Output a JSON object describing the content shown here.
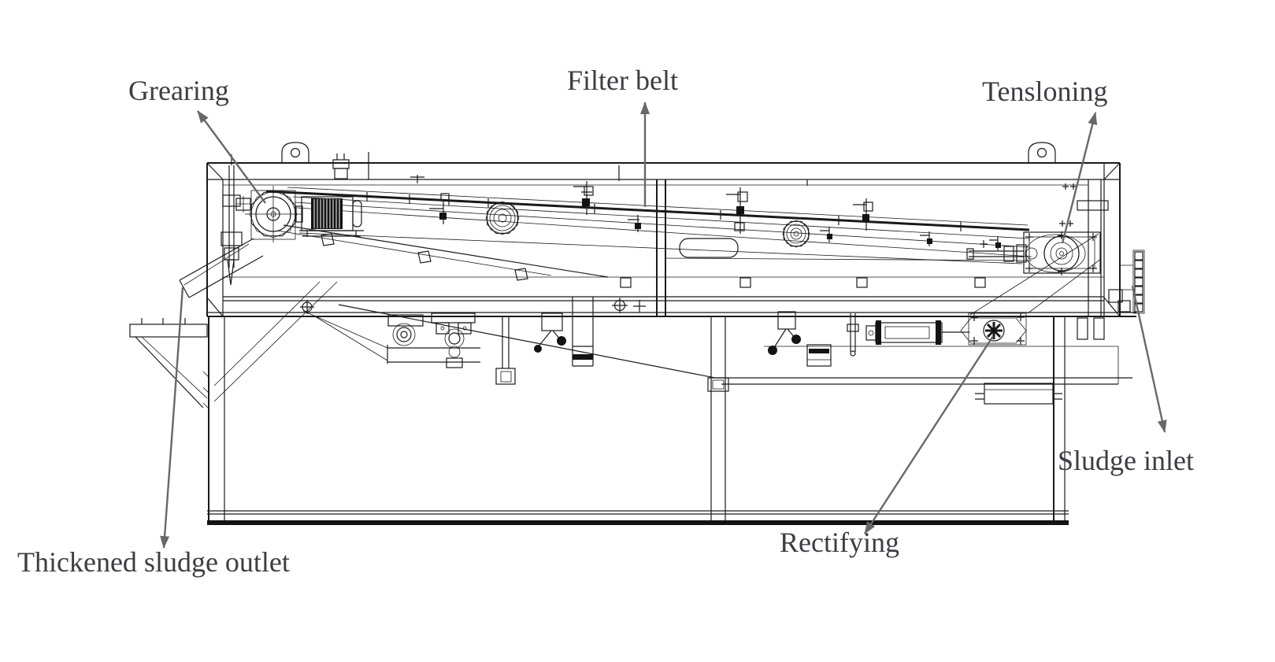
{
  "diagram": {
    "type": "engineering-drawing",
    "subject": "belt filter press side elevation",
    "labels": {
      "gearing": "Grearing",
      "filter_belt": "Filter belt",
      "tensioning": "Tensloning",
      "sludge_inlet": "Sludge inlet",
      "rectifying": "Rectifying",
      "thickened_sludge_outlet": "Thickened sludge outlet"
    },
    "colors": {
      "background": "#ffffff",
      "drawing_line": "#1a1a1a",
      "label_text": "#3d3d44",
      "leader_arrow": "#686868"
    }
  }
}
